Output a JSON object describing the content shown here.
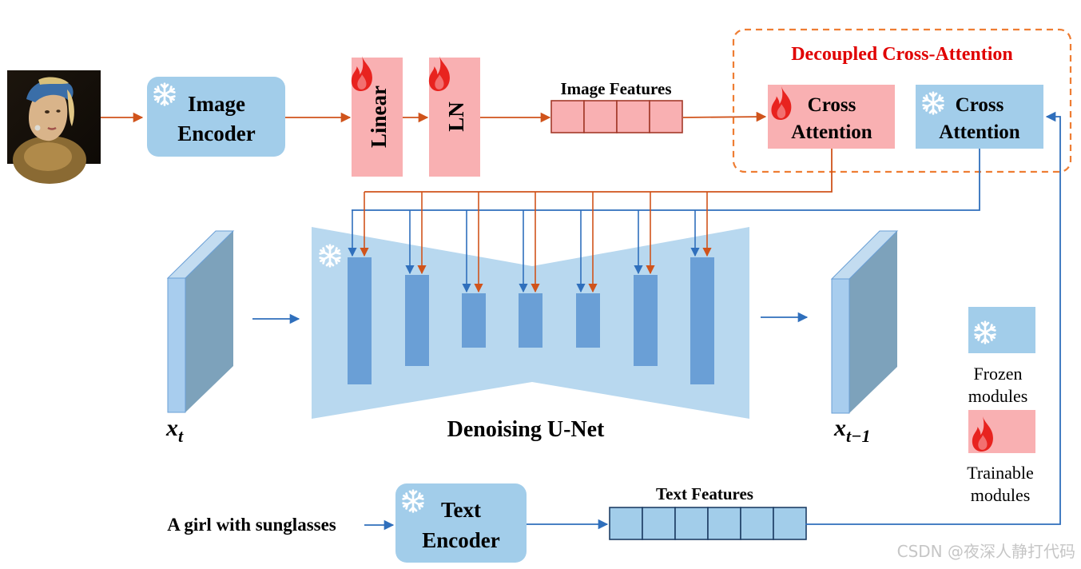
{
  "colors": {
    "frozen_fill": "#a2cdea",
    "trainable_fill": "#f9b0b2",
    "unet_body": "#b8d8ef",
    "unet_block": "#6a9fd6",
    "orange_arrow": "#d0531b",
    "blue_arrow": "#2f6fbc",
    "dashed_border": "#ee7d33",
    "decoupled_title": "#e00000",
    "fire_red": "#e8231f",
    "snowflake": "#ffffff"
  },
  "icons": {
    "snowflake": "snowflake-icon",
    "fire": "fire-icon"
  },
  "image_encoder": {
    "line1": "Image",
    "line2": "Encoder",
    "icon": "snowflake"
  },
  "linear": {
    "label": "Linear",
    "icon": "fire"
  },
  "ln": {
    "label": "LN",
    "icon": "fire"
  },
  "image_features": {
    "label": "Image Features"
  },
  "decoupled": {
    "title": "Decoupled Cross-Attention",
    "trainable_ca": {
      "line1": "Cross",
      "line2": "Attention",
      "icon": "fire"
    },
    "frozen_ca": {
      "line1": "Cross",
      "line2": "Attention",
      "icon": "snowflake"
    }
  },
  "unet": {
    "label": "Denoising U-Net",
    "icon": "snowflake"
  },
  "xt": {
    "base": "x",
    "sub": "t"
  },
  "xt1": {
    "base": "x",
    "sub": "t−1"
  },
  "legend": {
    "frozen": {
      "line1": "Frozen",
      "line2": "modules",
      "icon": "snowflake"
    },
    "trainable": {
      "line1": "Trainable",
      "line2": "modules",
      "icon": "fire"
    }
  },
  "text_prompt": "A girl with sunglasses",
  "text_encoder": {
    "line1": "Text",
    "line2": "Encoder",
    "icon": "snowflake"
  },
  "text_features": {
    "label": "Text Features"
  },
  "watermark": "CSDN @夜深人静打代码"
}
